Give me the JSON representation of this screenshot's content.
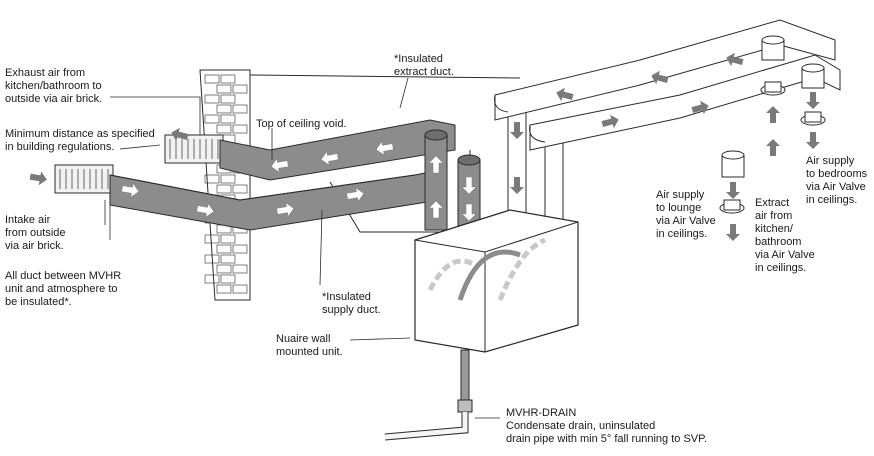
{
  "labels": {
    "exhaust_air": "Exhaust air from\nkitchen/bathroom to\noutside via air brick.",
    "min_distance": "Minimum distance as specified\nin building regulations.",
    "intake_air": "Intake air\nfrom outside\nvia air brick.",
    "all_duct": "All duct between MVHR\nunit and atmosphere to\nbe insulated*.",
    "top_ceiling_void": "Top of ceiling void.",
    "insulated_extract": "*Insulated\nextract duct.",
    "insulated_supply": "*Insulated\nsupply duct.",
    "nuaire_unit": "Nuaire wall\nmounted unit.",
    "drain_title": "MVHR-DRAIN",
    "drain_desc": "Condensate drain, uninsulated\ndrain pipe with min 5° fall running to SVP.",
    "air_supply_lounge": "Air supply\nto lounge\nvia Air Valve\nin ceilings.",
    "extract_kitchen": "Extract\nair from\nkitchen/\nbathroom\nvia Air Valve\nin ceilings.",
    "air_supply_bedrooms": "Air supply\nto bedrooms\nvia Air Valve\nin ceilings."
  },
  "colors": {
    "line": "#2a2a2a",
    "insulated_duct": "#8c8c8c",
    "insulated_duct_dark": "#6e6e6e",
    "plain_duct": "#e6e6e6",
    "arrow_dark": "#7a7a7a",
    "arrow_light": "#ffffff",
    "unit_fill": "#ffffff"
  }
}
